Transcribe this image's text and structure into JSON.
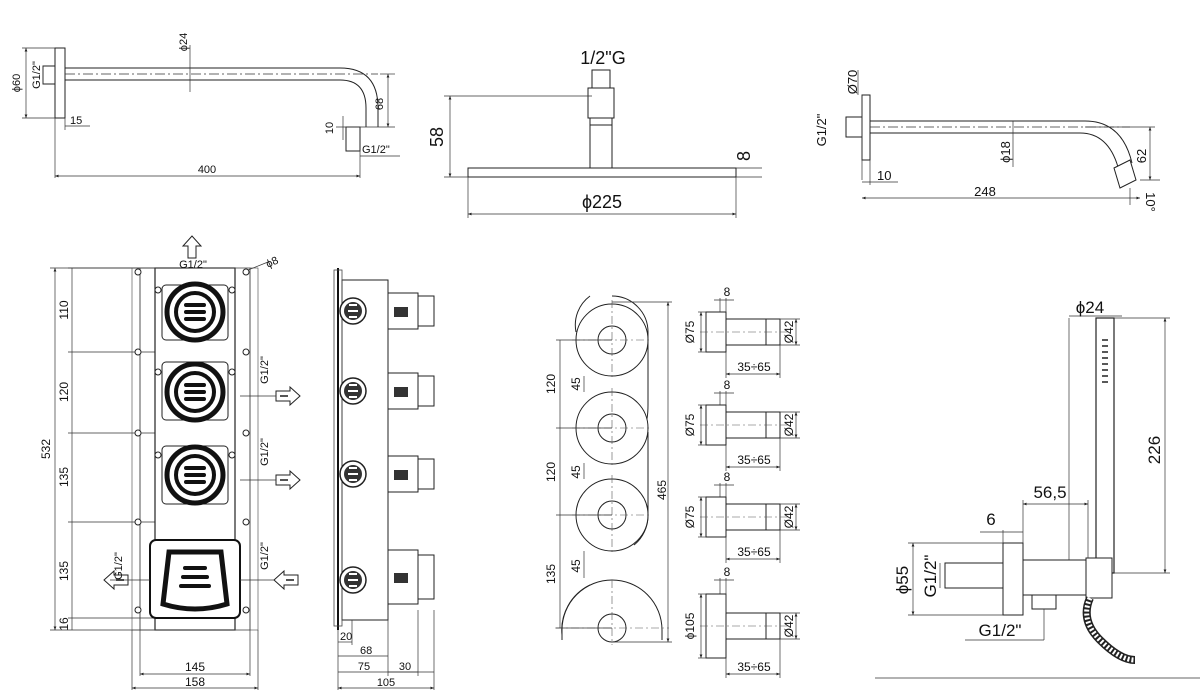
{
  "shower_arm_a": {
    "dia_outer": "ϕ60",
    "thread_in": "G1/2\"",
    "dia_arm": "ϕ24",
    "wall_depth": "15",
    "length": "400",
    "drop": "68",
    "tip": "10",
    "thread_out": "G1/2\""
  },
  "shower_head": {
    "thread": "1/2\"G",
    "height": "58",
    "thickness": "8",
    "diameter": "ϕ225"
  },
  "shower_arm_b": {
    "dia_flange": "Ø70",
    "thread": "G1/2\"",
    "dia_arm": "ϕ18",
    "wall_depth": "10",
    "length": "248",
    "drop": "62",
    "angle": "10°"
  },
  "valve_front": {
    "total_height": "532",
    "h1": "110",
    "h2": "120",
    "h3": "135",
    "h4": "135",
    "h5": "16",
    "top_thread": "G1/2\"",
    "hole_dia": "ϕ8",
    "out_thread_1": "G1/2\"",
    "out_thread_2": "G1/2\"",
    "in_thread_left": "G1/2\"",
    "in_thread_right": "G1/2\"",
    "inner_width": "145",
    "outer_width": "158"
  },
  "valve_side": {
    "d1": "20",
    "d2": "68",
    "d3": "75",
    "d4": "30",
    "total_depth": "105"
  },
  "trim_plate": {
    "total_height": "465",
    "s1": "120",
    "s2": "120",
    "s3": "135",
    "g1": "45",
    "g2": "45",
    "g3": "45"
  },
  "handles": [
    {
      "top": "8",
      "rosette": "Ø75",
      "knob": "Ø42",
      "projection": "35÷65"
    },
    {
      "top": "8",
      "rosette": "Ø75",
      "knob": "Ø42",
      "projection": "35÷65"
    },
    {
      "top": "8",
      "rosette": "Ø75",
      "knob": "Ø42",
      "projection": "35÷65"
    },
    {
      "top": "8",
      "rosette": "ϕ105",
      "knob": "Ø42",
      "projection": "35÷65"
    }
  ],
  "hand_shower": {
    "dia_handle": "ϕ24",
    "length": "226",
    "offset": "56,5",
    "flange_depth": "6",
    "dia_flange": "ϕ55",
    "thread_wall": "G1/2\"",
    "thread_hose": "G1/2\""
  }
}
